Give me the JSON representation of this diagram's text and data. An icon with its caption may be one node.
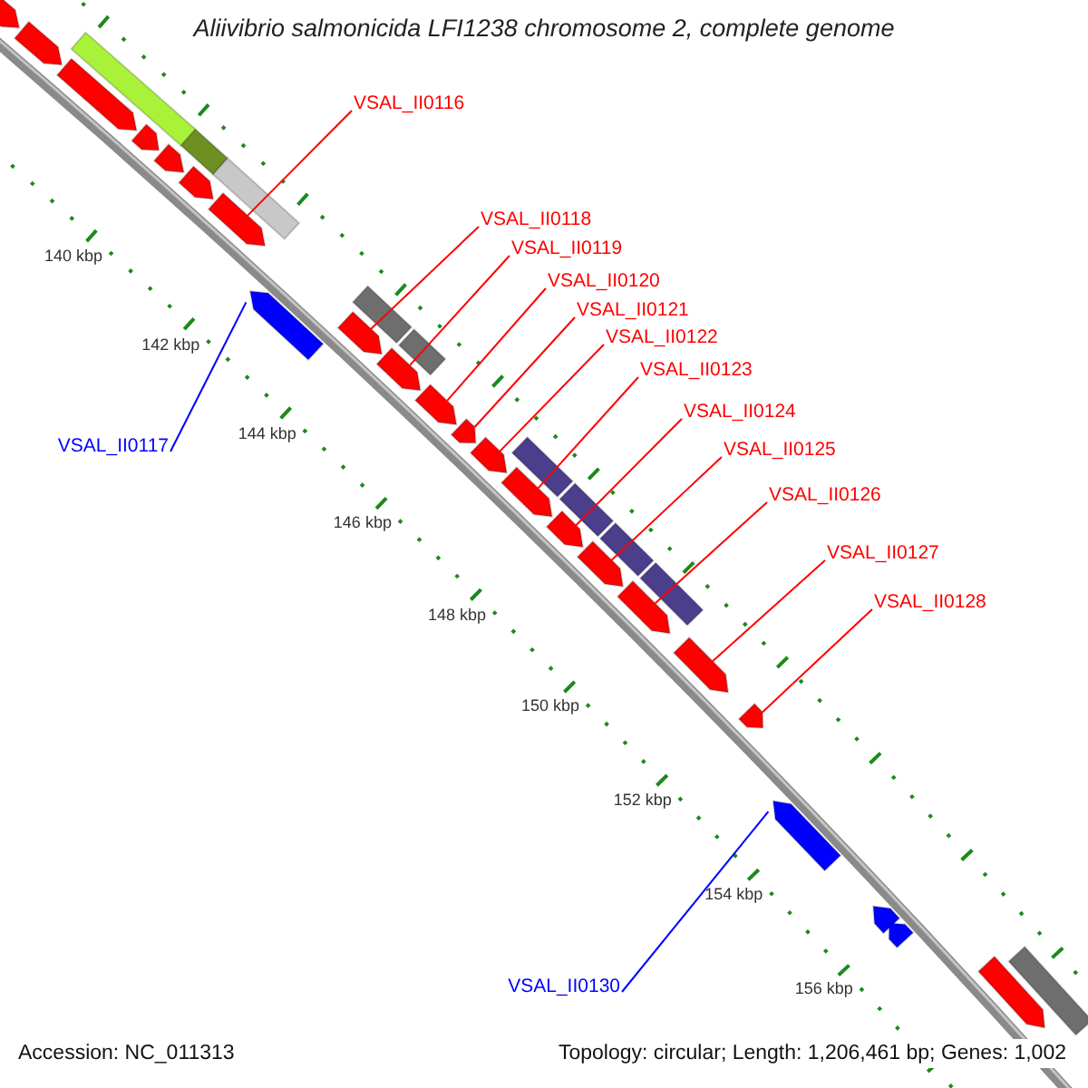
{
  "diagram": {
    "title": "Aliivibrio salmonicida LFI1238 chromosome 2, complete genome",
    "nodes": [
      {
        "text": [
          "VSAL_II0116"
        ]
      },
      {
        "text": [
          "VSAL_II0118"
        ]
      },
      {
        "text": [
          "VSAL_II0119"
        ]
      },
      {
        "text": [
          "VSAL_II0120"
        ]
      },
      {
        "text": [
          "VSAL_II0121"
        ]
      },
      {
        "text": [
          "VSAL_II0122"
        ]
      },
      {
        "text": [
          "VSAL_II0123"
        ]
      },
      {
        "text": [
          "VSAL_II0124"
        ]
      },
      {
        "text": [
          "VSAL_II0117"
        ]
      },
      {
        "text": [
          "VSAL_II0125"
        ]
      },
      {
        "text": [
          "VSAL_II0126"
        ]
      },
      {
        "text": [
          "VSAL_II0127"
        ]
      },
      {
        "text": [
          "VSAL_II0128"
        ]
      },
      {
        "text": [
          "VSAL_II0130"
        ]
      },
      {
        "text": [],
        "shape": "arrow"
      },
      {
        "text": [],
        "shape": "arrow"
      },
      {
        "text": [],
        "shape": "box"
      },
      {
        "text": [],
        "shape": "arrow"
      },
      {
        "text": [],
        "shape": "arrow"
      },
      {
        "text": [],
        "shape": "arrow"
      },
      {
        "text": [],
        "shape": "box"
      },
      {
        "text": [],
        "shape": "arrow"
      },
      {
        "text": [],
        "shape": "box"
      },
      {
        "text": [],
        "shape": "arrow"
      },
      {
        "text": [],
        "shape": "arrow"
      },
      {
        "text": [],
        "shape": "box"
      },
      {
        "text": [],
        "shape": "arrow"
      },
      {
        "text": [],
        "shape": "arrow"
      },
      {
        "text": [],
        "shape": "box"
      },
      {
        "text": [],
        "shape": "arrow"
      },
      {
        "text": [],
        "shape": "arrow"
      },
      {
        "text": [],
        "shape": "arrow"
      },
      {
        "text": [],
        "shape": "box"
      },
      {
        "text": [],
        "shape": "arrow"
      },
      {
        "text": [],
        "shape": "box"
      },
      {
        "text": [],
        "shape": "arrow"
      },
      {
        "text": [],
        "shape": "arrow"
      },
      {
        "text": [],
        "shape": "box"
      },
      {
        "text": [],
        "shape": "arrow"
      },
      {
        "text": [],
        "shape": "box"
      },
      {
        "text": [],
        "shape": "arrow"
      },
      {
        "text": [],
        "shape": "arrow"
      },
      {
        "text": [],
        "shape": "arrow"
      },
      {
        "text": [],
        "shape": "arrow"
      },
      {
        "text": [],
        "shape": "arrow"
      },
      {
        "text": [],
        "shape": "arrow"
      },
      {
        "text": [],
        "shape": "box"
      }
    ],
    "edges": [
      {
        "from": 0,
        "to": 23,
        "arrow": "none"
      },
      {
        "from": 1,
        "to": 26,
        "arrow": "none"
      },
      {
        "from": 2,
        "to": 27,
        "arrow": "none"
      },
      {
        "from": 3,
        "to": 29,
        "arrow": "none"
      },
      {
        "from": 4,
        "to": 30,
        "arrow": "none"
      },
      {
        "from": 5,
        "to": 31,
        "arrow": "none"
      },
      {
        "from": 6,
        "to": 33,
        "arrow": "none"
      },
      {
        "from": 7,
        "to": 35,
        "arrow": "none"
      },
      {
        "from": 8,
        "to": 24,
        "arrow": "none",
        "color": "#0000ff"
      },
      {
        "from": 9,
        "to": 36,
        "arrow": "none"
      },
      {
        "from": 10,
        "to": 38,
        "arrow": "none"
      },
      {
        "from": 11,
        "to": 40,
        "arrow": "none"
      },
      {
        "from": 12,
        "to": 41,
        "arrow": "none"
      },
      {
        "from": 13,
        "to": 42,
        "arrow": "none",
        "color": "#0000ff"
      }
    ],
    "labels": [
      "140 kbp",
      "142 kbp",
      "144 kbp",
      "146 kbp",
      "148 kbp",
      "150 kbp",
      "152 kbp",
      "154 kbp",
      "156 kbp",
      "Accession: NC_011313",
      "Topology: circular; Length: 1,206,461 bp; Genes: 1,002"
    ]
  }
}
